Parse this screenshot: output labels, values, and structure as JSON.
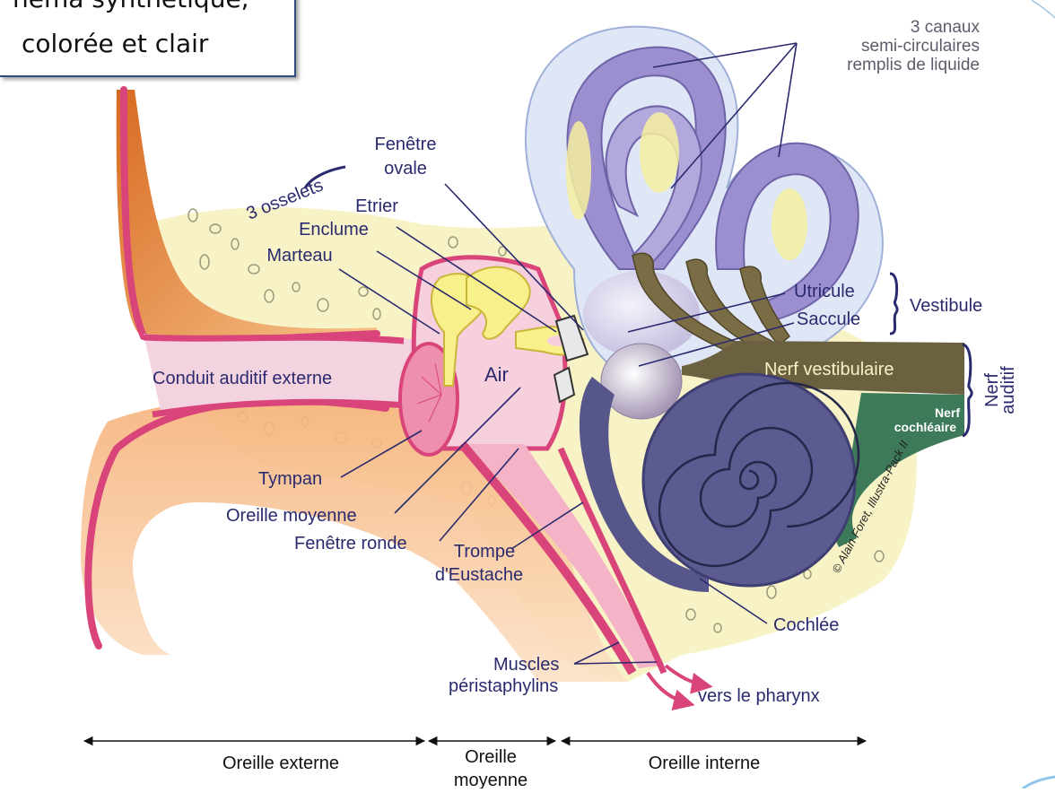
{
  "slide": {
    "callout_line1": "hema synthétique,",
    "callout_line2": "colorée et clair"
  },
  "labels": {
    "canaux_1": "3 canaux",
    "canaux_2": "semi-circulaires",
    "canaux_3": "remplis de liquide",
    "osselets": "3 osselets",
    "fenetre_ovale_1": "Fenêtre",
    "fenetre_ovale_2": "ovale",
    "etrier": "Etrier",
    "enclume": "Enclume",
    "marteau": "Marteau",
    "utricule": "Utricule",
    "saccule": "Saccule",
    "vestibule": "Vestibule",
    "nerf_vestibulaire": "Nerf vestibulaire",
    "nerf_auditif_1": "Nerf",
    "nerf_auditif_2": "auditif",
    "nerf_cochleaire_1": "Nerf",
    "nerf_cochleaire_2": "cochléaire",
    "conduit": "Conduit auditif externe",
    "air": "Air",
    "tympan": "Tympan",
    "oreille_moyenne": "Oreille moyenne",
    "fenetre_ronde": "Fenêtre ronde",
    "trompe_1": "Trompe",
    "trompe_2": "d'Eustache",
    "cochlee": "Cochlée",
    "muscles_1": "Muscles",
    "muscles_2": "péristaphylins",
    "pharynx": "vers le pharynx",
    "credit": "© Alain Foret, Illustra-Pack II"
  },
  "regions": {
    "externe": "Oreille externe",
    "moyenne_1": "Oreille",
    "moyenne_2": "moyenne",
    "interne": "Oreille interne"
  },
  "colors": {
    "label": "#2a2a6e",
    "pink": "#d9457a",
    "cartilage": "#f2a15c",
    "bone": "#f7f2c4",
    "purple": "#8c7fc4",
    "cochlea": "#5a5a92",
    "nerve": "#6b6040"
  }
}
